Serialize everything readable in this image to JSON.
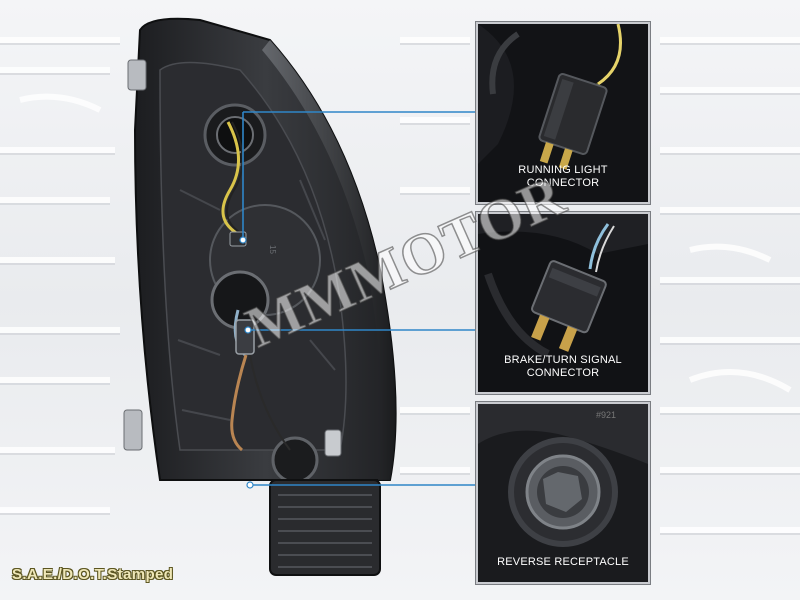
{
  "watermark": "MMMOTOR",
  "footer_text": "S.A.E./D.O.T.Stamped",
  "callouts": [
    {
      "label_line1": "RUNNING LIGHT",
      "label_line2": "CONNECTOR"
    },
    {
      "label_line1": "BRAKE/TURN SIGNAL",
      "label_line2": "CONNECTOR"
    },
    {
      "label_line1": "REVERSE RECEPTACLE",
      "label_line2": ""
    }
  ],
  "colors": {
    "leader_line": "#2f86c8",
    "inset_border": "#c9cbd0",
    "stamp_text": "#efe7b8"
  }
}
